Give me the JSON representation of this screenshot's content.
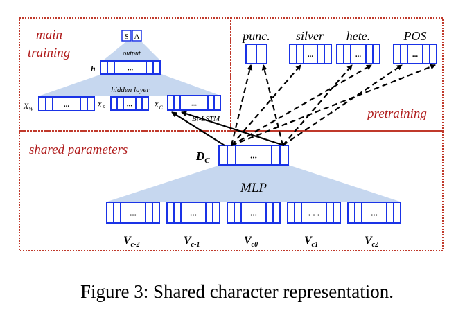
{
  "regions": {
    "main_training": [
      "main",
      "training"
    ],
    "pretraining": "pretraining",
    "shared_parameters": "shared parameters"
  },
  "labels": {
    "sa": [
      "S",
      "A"
    ],
    "output": "output",
    "h": "h",
    "hidden_layer": "hidden layer",
    "xw": "X",
    "xw_sub": "W",
    "xp": "X",
    "xp_sub": "P",
    "xc": "X",
    "xc_sub": "C",
    "bilstm": "Bi-LSTM",
    "dc": "D",
    "dc_sub": "C",
    "mlp": "MLP",
    "ellipsis": "...",
    "ellipsis_dots": ". . ."
  },
  "pretrain_tasks": [
    "punc.",
    "silver",
    "hete.",
    "POS"
  ],
  "char_inputs": [
    {
      "main": "V",
      "sub": "c-2"
    },
    {
      "main": "V",
      "sub": "c-1"
    },
    {
      "main": "V",
      "sub": "c0"
    },
    {
      "main": "V",
      "sub": "c1"
    },
    {
      "main": "V",
      "sub": "c2"
    }
  ],
  "caption": "Figure 3: Shared character representation.",
  "colors": {
    "box_blue": "#1a33e6",
    "region_red": "#c0392b",
    "label_red": "#b01c1c",
    "fan_fill": "#c6d7ef"
  }
}
